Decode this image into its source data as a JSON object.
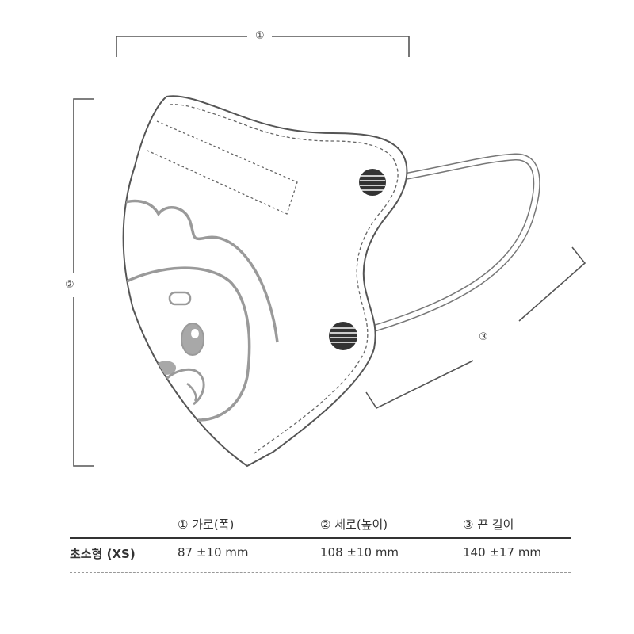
{
  "diagram": {
    "dimension_labels": {
      "width": "①",
      "height": "②",
      "strap": "③"
    },
    "colors": {
      "outline": "#555555",
      "character_line": "#9a9a9a",
      "eye_fill": "#a8a8a8"
    }
  },
  "table": {
    "headers": [
      "",
      "① 가로(폭)",
      "② 세로(높이)",
      "③ 끈 길이"
    ],
    "rows": [
      [
        "초소형 (XS)",
        "87 ±10 mm",
        "108 ±10 mm",
        "140 ±17 mm"
      ]
    ]
  }
}
